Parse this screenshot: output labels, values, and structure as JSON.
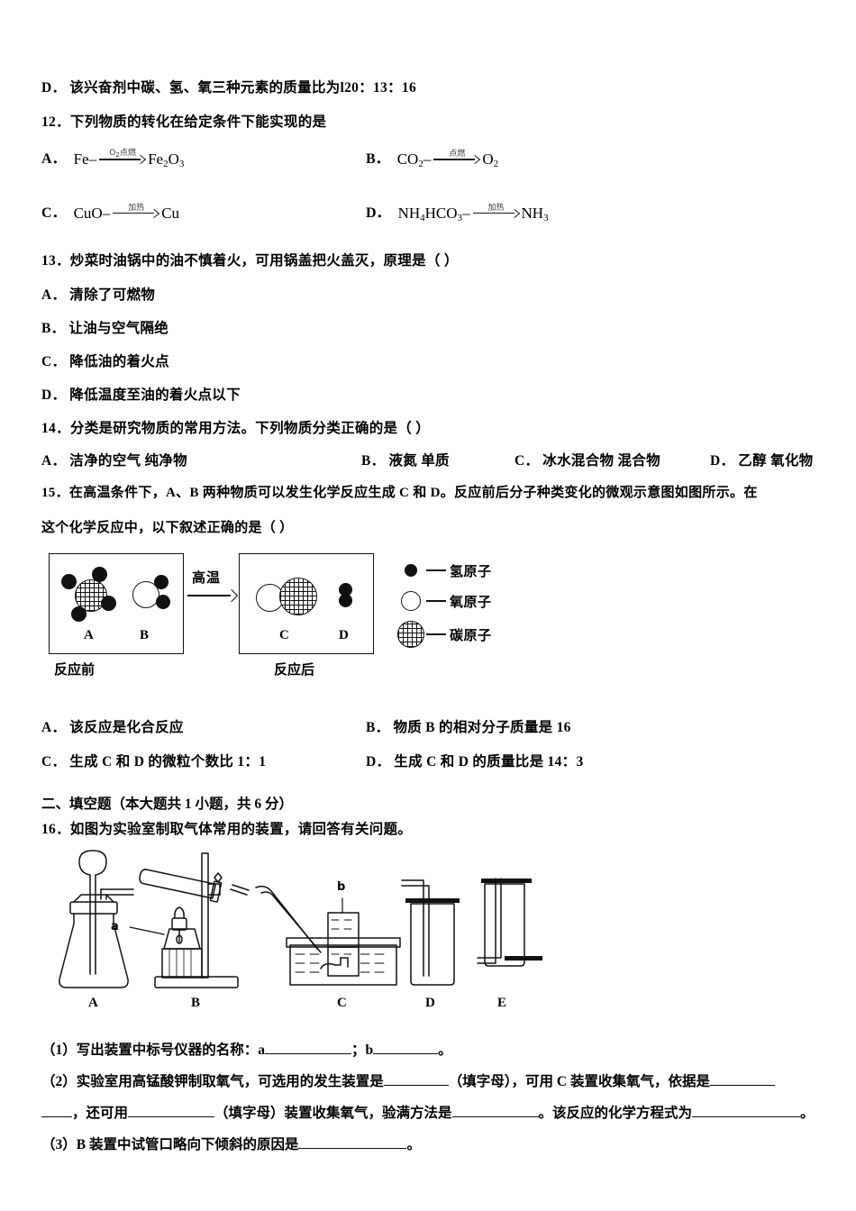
{
  "document": {
    "type": "exam-paper",
    "subject": "chemistry",
    "language": "zh-CN"
  },
  "q11_tail": {
    "label": "D．",
    "text": "该兴奋剂中碳、氢、氧三种元素的质量比为l20：13：16"
  },
  "q12": {
    "number": "12．",
    "stem": "下列物质的转化在给定条件下能实现的是",
    "options": [
      {
        "label": "A．",
        "left": "Fe",
        "condition": "O₂点燃",
        "condition_main": "O",
        "condition_sub": "2",
        "condition_rest": "点燃",
        "right": "Fe₂O₃"
      },
      {
        "label": "B．",
        "left": "CO₂",
        "condition": "点燃",
        "right": "O₂"
      },
      {
        "label": "C．",
        "left": "CuO",
        "condition": "加热",
        "right": "Cu"
      },
      {
        "label": "D．",
        "left": "NH₄HCO₃",
        "condition": "加热",
        "right": "NH₃"
      }
    ]
  },
  "q13": {
    "number": "13．",
    "stem": "炒菜时油锅中的油不慎着火，可用锅盖把火盖灭，原理是（      ）",
    "options": [
      {
        "label": "A．",
        "text": "清除了可燃物"
      },
      {
        "label": "B．",
        "text": "让油与空气隔绝"
      },
      {
        "label": "C．",
        "text": "降低油的着火点"
      },
      {
        "label": "D．",
        "text": "降低温度至油的着火点以下"
      }
    ]
  },
  "q14": {
    "number": "14．",
    "stem": "分类是研究物质的常用方法。下列物质分类正确的是（      ）",
    "options_inline": [
      {
        "label": "A．",
        "text": "洁净的空气     纯净物"
      },
      {
        "label": "B．",
        "text": "液氮      单质"
      },
      {
        "label": "C．",
        "text": "冰水混合物      混合物"
      },
      {
        "label": "D．",
        "text": "乙醇      氧化物"
      }
    ]
  },
  "q15": {
    "number": "15．",
    "stem_line1": "在高温条件下，A、B 两种物质可以发生化学反应生成 C 和 D。反应前后分子种类变化的微观示意图如图所示。在",
    "stem_line2": "这个化学反应中，以下叙述正确的是（ ）",
    "figure": {
      "before_caption": "反应前",
      "after_caption": "反应后",
      "arrow_condition": "高温",
      "before_molecules": [
        {
          "id": "A",
          "label": "A",
          "formula": "CH4"
        },
        {
          "id": "B",
          "label": "B",
          "formula": "H2O"
        }
      ],
      "after_molecules": [
        {
          "id": "C",
          "label": "C",
          "formula": "CO"
        },
        {
          "id": "D",
          "label": "D",
          "formula": "H2"
        }
      ],
      "legend": [
        {
          "symbol": "filled-small-circle",
          "text": "氢原子"
        },
        {
          "symbol": "open-circle",
          "text": "氧原子"
        },
        {
          "symbol": "crosshatch-circle",
          "text": "碳原子"
        }
      ]
    },
    "options": [
      {
        "label": "A．",
        "text": "该反应是化合反应"
      },
      {
        "label": "B．",
        "text": "物质 B 的相对分子质量是 16"
      },
      {
        "label": "C．",
        "text": "生成 C 和 D 的微粒个数比 1：1"
      },
      {
        "label": "D．",
        "text": "生成 C 和 D 的质量比是 14：3"
      }
    ]
  },
  "section2": {
    "heading": "二、填空题（本大题共 1 小题，共 6 分）"
  },
  "q16": {
    "number": "16．",
    "stem": "如图为实验室制取气体常用的装置，请回答有关问题。",
    "figure": {
      "apparatus_labels": [
        "A",
        "B",
        "C",
        "D",
        "E"
      ],
      "callouts": [
        "a",
        "b"
      ]
    },
    "sub1": {
      "prefix": "（1）写出装置中标号仪器的名称：a",
      "mid": "；b",
      "suffix": "。"
    },
    "sub2": {
      "part1": "（2）实验室用高锰酸钾制取氧气，可选用的发生装置是",
      "part2": "（填字母），可用 C 装置收集氧气，依据是",
      "part3": "，还可用",
      "part4": "（填字母）装置收集氧气，验满方法是",
      "part5": "。该反应的化学方程式为",
      "part6": "。"
    },
    "sub3": {
      "prefix": "（3）B 装置中试管口略向下倾斜的原因是",
      "suffix": "。"
    }
  }
}
